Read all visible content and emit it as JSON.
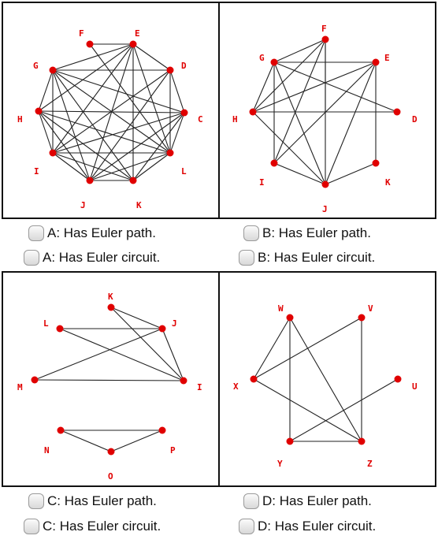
{
  "graphs": {
    "A": {
      "nodes": [
        {
          "id": "F",
          "label": "F"
        },
        {
          "id": "E",
          "label": "E"
        },
        {
          "id": "G",
          "label": "G"
        },
        {
          "id": "D",
          "label": "D"
        },
        {
          "id": "H",
          "label": "H"
        },
        {
          "id": "C",
          "label": "C"
        },
        {
          "id": "I",
          "label": "I"
        },
        {
          "id": "L",
          "label": "L"
        },
        {
          "id": "J",
          "label": "J"
        },
        {
          "id": "K",
          "label": "K"
        }
      ]
    },
    "B": {
      "nodes": [
        {
          "id": "F",
          "label": "F"
        },
        {
          "id": "G",
          "label": "G"
        },
        {
          "id": "E",
          "label": "E"
        },
        {
          "id": "H",
          "label": "H"
        },
        {
          "id": "D",
          "label": "D"
        },
        {
          "id": "I",
          "label": "I"
        },
        {
          "id": "K",
          "label": "K"
        },
        {
          "id": "J",
          "label": "J"
        }
      ]
    },
    "C": {
      "nodes": [
        {
          "id": "K",
          "label": "K"
        },
        {
          "id": "L",
          "label": "L"
        },
        {
          "id": "J",
          "label": "J"
        },
        {
          "id": "M",
          "label": "M"
        },
        {
          "id": "I",
          "label": "I"
        },
        {
          "id": "N",
          "label": "N"
        },
        {
          "id": "P",
          "label": "P"
        },
        {
          "id": "O",
          "label": "O"
        }
      ]
    },
    "D": {
      "nodes": [
        {
          "id": "W",
          "label": "W"
        },
        {
          "id": "V",
          "label": "V"
        },
        {
          "id": "X",
          "label": "X"
        },
        {
          "id": "U",
          "label": "U"
        },
        {
          "id": "Y",
          "label": "Y"
        },
        {
          "id": "Z",
          "label": "Z"
        }
      ]
    }
  },
  "options": {
    "a_path": "A: Has Euler path.",
    "a_circuit": "A: Has Euler circuit.",
    "b_path": "B: Has Euler path.",
    "b_circuit": "B: Has Euler circuit.",
    "c_path": "C: Has Euler path.",
    "c_circuit": "C: Has Euler circuit.",
    "d_path": "D: Has Euler path.",
    "d_circuit": "D: Has Euler circuit."
  },
  "colors": {
    "vertex": "#e00000",
    "edge": "#222222",
    "panel_border": "#111111"
  }
}
